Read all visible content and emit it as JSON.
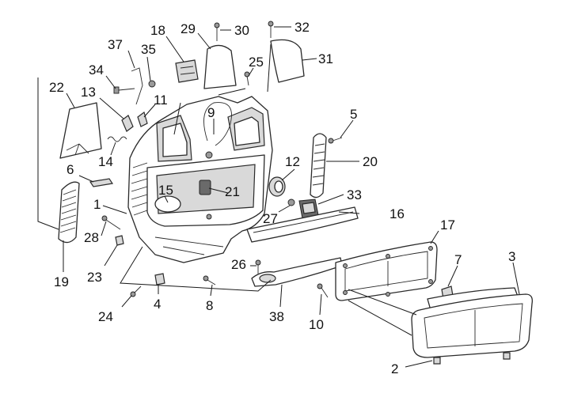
{
  "callouts": [
    "1",
    "2",
    "3",
    "4",
    "5",
    "6",
    "7",
    "8",
    "9",
    "10",
    "11",
    "12",
    "13",
    "14",
    "15",
    "16",
    "17",
    "18",
    "19",
    "20",
    "21",
    "22",
    "23",
    "24",
    "25",
    "26",
    "27",
    "28",
    "29",
    "30",
    "31",
    "32",
    "33",
    "34",
    "35",
    "37",
    "38"
  ]
}
